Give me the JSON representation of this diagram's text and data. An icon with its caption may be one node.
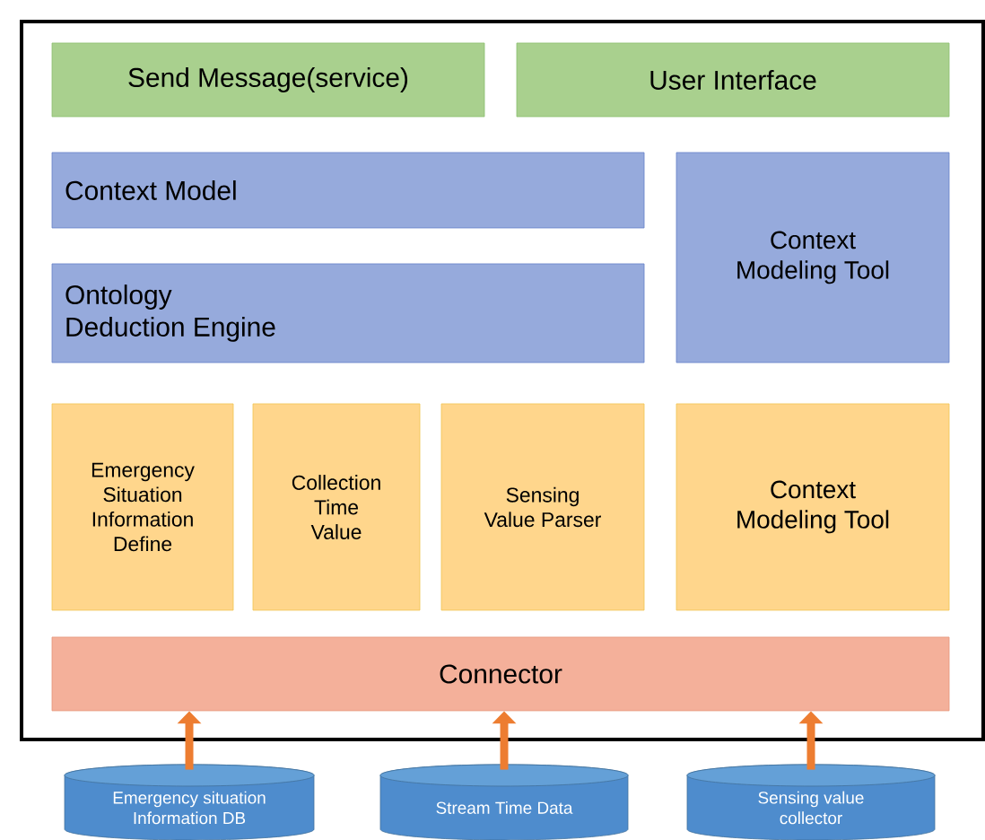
{
  "diagram": {
    "nodes": [
      {
        "text": [],
        "shape": "box"
      },
      {
        "text": [
          "Send Message(service)"
        ],
        "in": 0
      },
      {
        "text": [
          "User Interface"
        ],
        "in": 0
      },
      {
        "text": [
          "Context Model"
        ],
        "in": 0
      },
      {
        "text": [
          "Ontology Deduction Engine"
        ],
        "in": 0
      },
      {
        "text": [
          "Context Modeling Tool"
        ],
        "in": 0
      },
      {
        "text": [
          "Emergency Situation Information Define"
        ],
        "in": 0
      },
      {
        "text": [
          "Collection Time Value"
        ],
        "in": 0
      },
      {
        "text": [
          "Sensing Value Parser"
        ],
        "in": 0
      },
      {
        "text": [
          "Context Modeling Tool"
        ],
        "in": 0
      },
      {
        "text": [
          "Connector"
        ],
        "in": 0
      },
      {
        "text": [
          "Emergency situation Information DB"
        ]
      },
      {
        "text": [
          "Stream Time Data"
        ]
      },
      {
        "text": [
          "Sensing value collector"
        ]
      }
    ],
    "edges": [
      {
        "from": 11,
        "to": 10,
        "arrow": "to"
      },
      {
        "from": 12,
        "to": 10,
        "arrow": "to"
      },
      {
        "from": 13,
        "to": 10,
        "arrow": "to"
      }
    ]
  }
}
